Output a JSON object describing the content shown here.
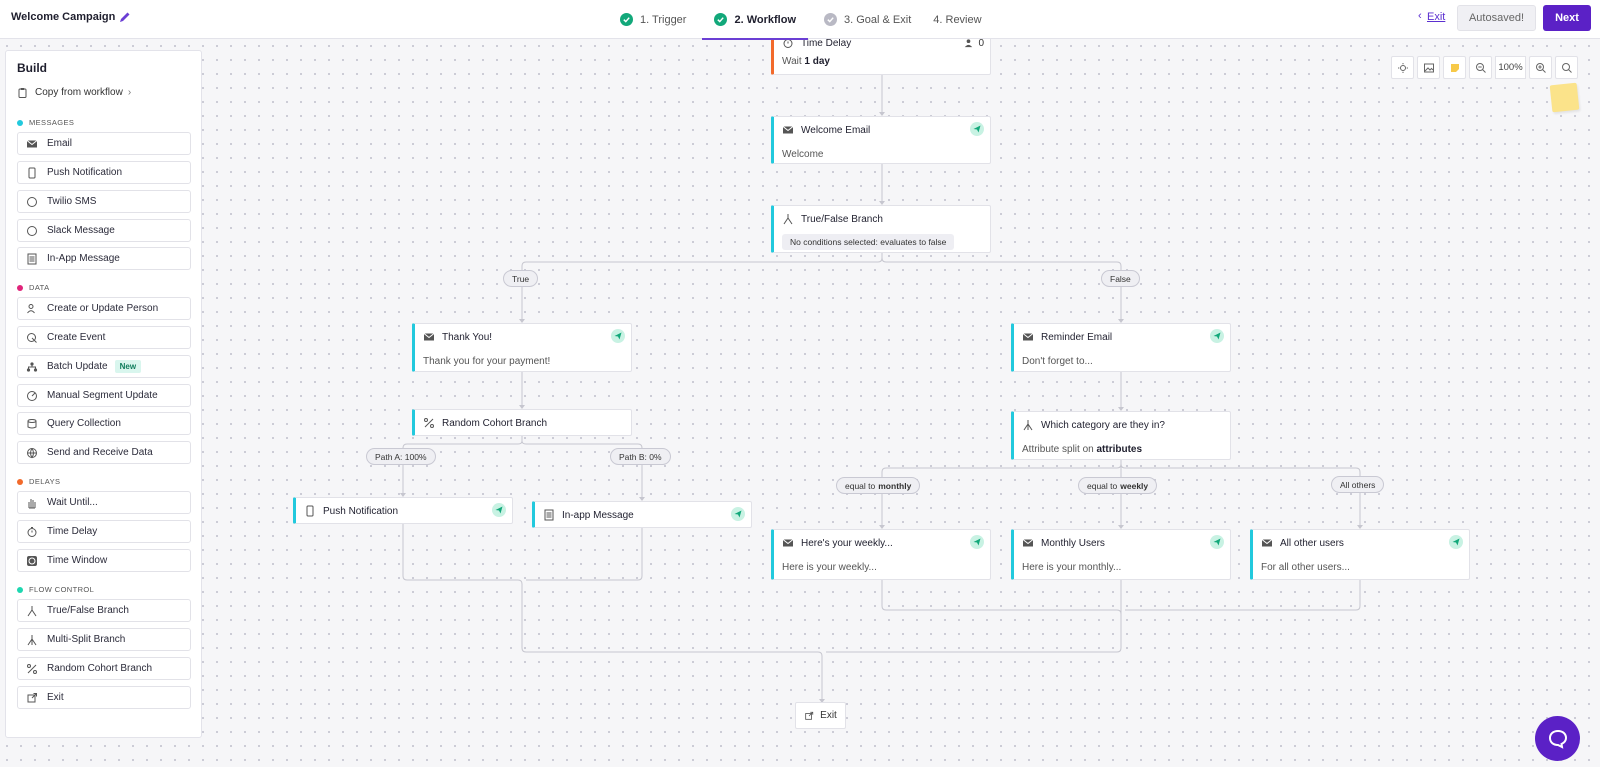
{
  "header": {
    "campaign_title": "Welcome Campaign",
    "steps": [
      "1. Trigger",
      "2. Workflow",
      "3. Goal & Exit",
      "4. Review"
    ],
    "exit_label": "Exit",
    "autosaved_label": "Autosaved!",
    "next_label": "Next",
    "colors": {
      "accent": "#5b21c6",
      "done": "#12a87a"
    }
  },
  "sidebar": {
    "title": "Build",
    "copy_label": "Copy from workflow",
    "sections": {
      "messages": "MESSAGES",
      "data": "DATA",
      "delays": "DELAYS",
      "flow": "FLOW CONTROL"
    },
    "items": {
      "email": "Email",
      "push": "Push Notification",
      "twilio": "Twilio SMS",
      "slack": "Slack Message",
      "inapp": "In-App Message",
      "person": "Create or Update Person",
      "event": "Create Event",
      "batch": "Batch Update",
      "batch_badge": "New",
      "segment": "Manual Segment Update",
      "query": "Query Collection",
      "send_receive": "Send and Receive Data",
      "wait": "Wait Until...",
      "delay": "Time Delay",
      "window": "Time Window",
      "truefalse": "True/False Branch",
      "multisplit": "Multi-Split Branch",
      "cohort": "Random Cohort Branch",
      "exit": "Exit"
    }
  },
  "canvas": {
    "time_delay": {
      "title": "Time Delay",
      "count": "0",
      "sub_prefix": "Wait ",
      "sub_value": "1 day"
    },
    "welcome_email": {
      "title": "Welcome Email",
      "sub": "Welcome"
    },
    "tf_branch": {
      "title": "True/False Branch",
      "chip": "No conditions selected: evaluates to false"
    },
    "true_label": "True",
    "false_label": "False",
    "thank_you": {
      "title": "Thank You!",
      "sub": "Thank you for your payment!"
    },
    "cohort": {
      "title": "Random Cohort Branch"
    },
    "path_a": "Path A: 100%",
    "path_b": "Path B: 0%",
    "push": {
      "title": "Push Notification"
    },
    "inapp": {
      "title": "In-app Message"
    },
    "reminder": {
      "title": "Reminder Email",
      "sub": "Don't forget to..."
    },
    "category": {
      "title": "Which category are they in?",
      "sub_prefix": "Attribute split on ",
      "sub_value": "attributes"
    },
    "split_monthly_prefix": "equal to",
    "split_monthly_value": "monthly",
    "split_weekly_prefix": "equal to",
    "split_weekly_value": "weekly",
    "split_others": "All others",
    "weekly": {
      "title": "Here's your weekly...",
      "sub": "Here is your weekly..."
    },
    "monthly": {
      "title": "Monthly Users",
      "sub": "Here is your monthly..."
    },
    "others": {
      "title": "All other users",
      "sub": "For all other users..."
    },
    "exit_node": "Exit"
  },
  "tools": {
    "zoom": "100%"
  }
}
